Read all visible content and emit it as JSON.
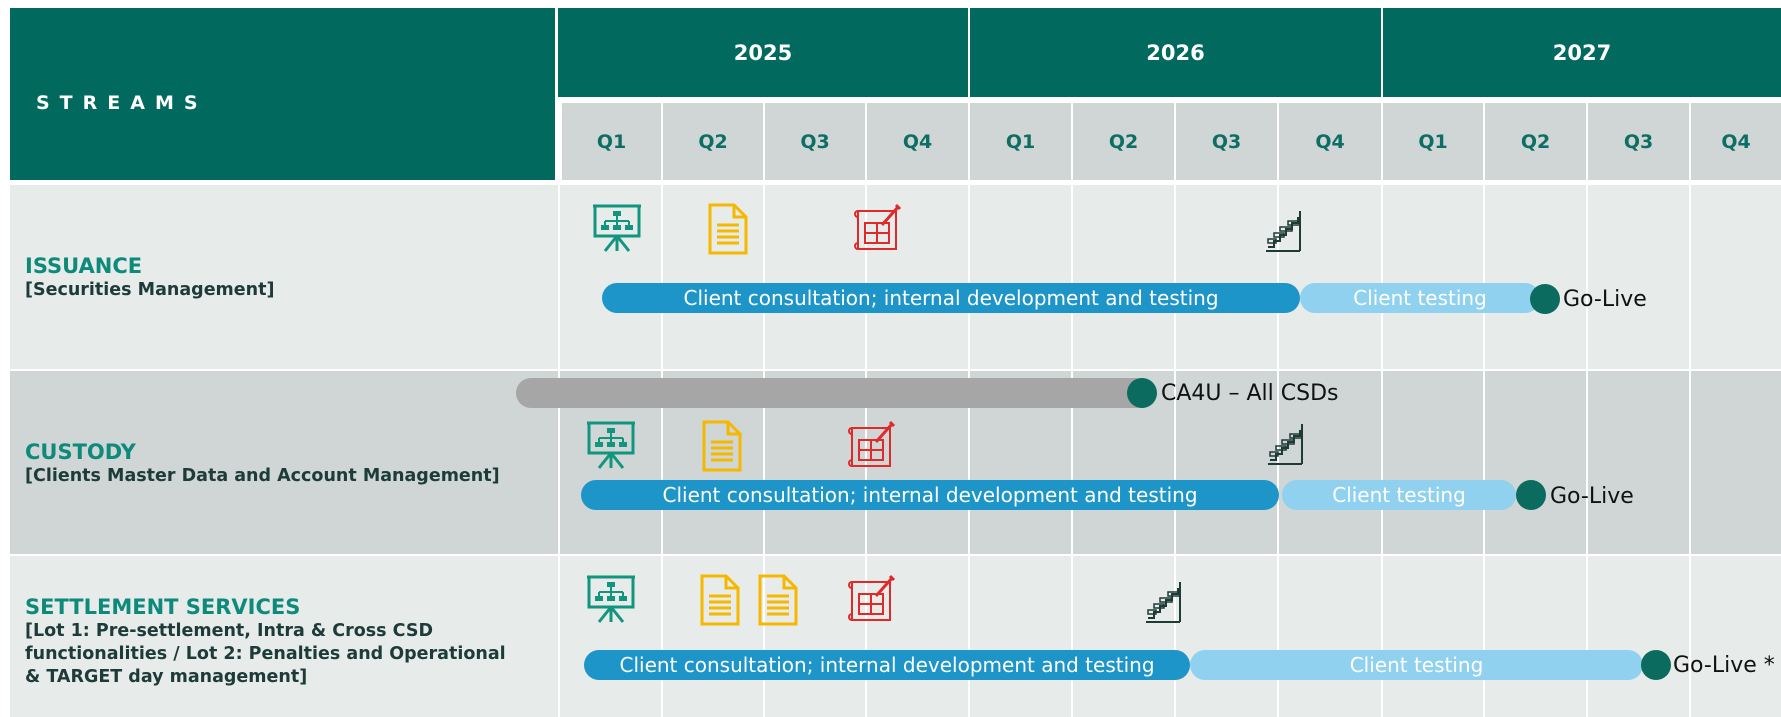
{
  "header": {
    "streams_label": "STREAMS",
    "years": [
      "2025",
      "2026",
      "2027"
    ],
    "quarters": [
      "Q1",
      "Q2",
      "Q3",
      "Q4",
      "Q1",
      "Q2",
      "Q3",
      "Q4",
      "Q1",
      "Q2",
      "Q3",
      "Q4"
    ]
  },
  "colors": {
    "header_green": "#02695f",
    "stream_title": "#0e8a7b",
    "bar_dark": "#1e95c8",
    "bar_light": "#8fd1ee",
    "bar_gray": "#a6a6a6",
    "milestone": "#0b6b5e",
    "icon_presentation": "#11957f",
    "icon_document": "#f5b800",
    "icon_blueprint": "#e02a2a",
    "icon_steps": "#1e3b36"
  },
  "rows": [
    {
      "title": "ISSUANCE",
      "subtitle": "[Securities Management]",
      "bars": [
        {
          "label": "Client consultation; internal development and testing"
        },
        {
          "label": "Client testing"
        }
      ],
      "milestone": "Go-Live",
      "icons": [
        "presentation-icon",
        "document-icon",
        "blueprint-icon",
        "steps-icon"
      ]
    },
    {
      "title": "CUSTODY",
      "subtitle": "[Clients Master Data and Account Management]",
      "extra_milestone": "CA4U – All CSDs",
      "bars": [
        {
          "label": "Client consultation; internal development and testing"
        },
        {
          "label": "Client testing"
        }
      ],
      "milestone": "Go-Live",
      "icons": [
        "presentation-icon",
        "document-icon",
        "blueprint-icon",
        "steps-icon"
      ]
    },
    {
      "title": "SETTLEMENT SERVICES",
      "subtitle_lines": [
        "[Lot 1: Pre-settlement, Intra & Cross CSD",
        "functionalities / Lot 2: Penalties and Operational",
        "& TARGET day management]"
      ],
      "bars": [
        {
          "label": "Client consultation; internal development and testing"
        },
        {
          "label": "Client testing"
        }
      ],
      "milestone": "Go-Live *",
      "icons": [
        "presentation-icon",
        "document-icon",
        "document-icon",
        "blueprint-icon",
        "steps-icon"
      ]
    }
  ]
}
